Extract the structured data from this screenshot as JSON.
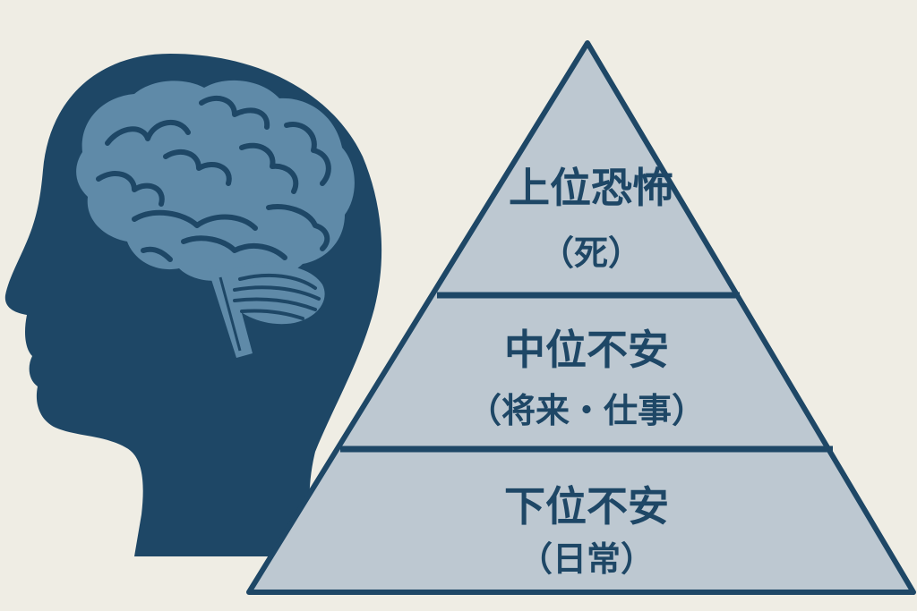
{
  "colors": {
    "background": "#efede4",
    "head": "#1e4766",
    "brain": "#5f8aa8",
    "brain_lines": "#1e4766",
    "pyramid_fill": "#bdc8d1",
    "pyramid_stroke": "#1e4766",
    "text": "#1e4766"
  },
  "icons": {
    "head": "human-head-silhouette-icon",
    "brain": "brain-icon"
  },
  "pyramid": {
    "tiers": [
      {
        "title": "上位恐怖",
        "subtitle": "（死）"
      },
      {
        "title": "中位不安",
        "subtitle": "（将来・仕事）"
      },
      {
        "title": "下位不安",
        "subtitle": "（日常）"
      }
    ]
  }
}
